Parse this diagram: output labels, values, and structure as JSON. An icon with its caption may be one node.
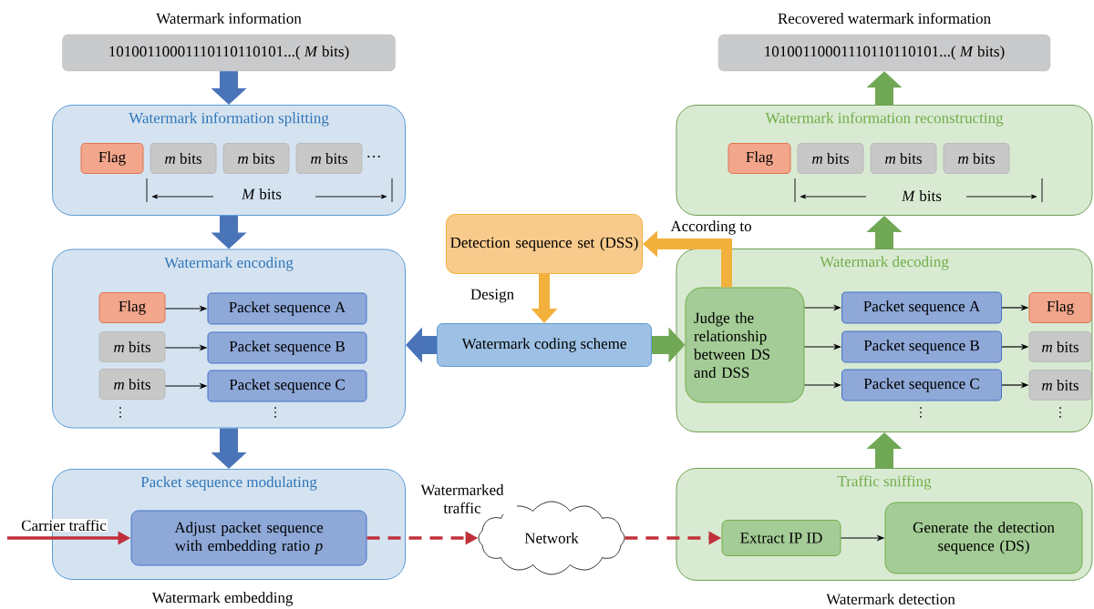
{
  "diagram": {
    "nodes": [
      {
        "text": [
          "Watermark information",
          "10100110001110110110101...( *M* bits)"
        ]
      },
      {
        "text": [
          "Watermark information splitting"
        ]
      },
      {
        "text": [
          "Flag"
        ],
        "in": 1
      },
      {
        "text": [
          "*m* bits"
        ],
        "in": 1
      },
      {
        "text": [
          "*m* bits"
        ],
        "in": 1
      },
      {
        "text": [
          "*m* bits"
        ],
        "in": 1
      },
      {
        "text": [
          "Watermark encoding"
        ]
      },
      {
        "text": [
          "Flag"
        ],
        "in": 6
      },
      {
        "text": [
          "Packet sequence A"
        ],
        "in": 6
      },
      {
        "text": [
          "*m* bits"
        ],
        "in": 6
      },
      {
        "text": [
          "Packet sequence B"
        ],
        "in": 6
      },
      {
        "text": [
          "*m* bits"
        ],
        "in": 6
      },
      {
        "text": [
          "Packet sequence C"
        ],
        "in": 6
      },
      {
        "text": [
          "Packet sequence modulating"
        ]
      },
      {
        "text": [
          "Adjust packet sequence with embedding ratio *p*"
        ],
        "in": 13
      },
      {
        "text": [
          "Network"
        ]
      },
      {
        "text": [
          "Detection sequence set (DSS)"
        ]
      },
      {
        "text": [
          "Watermark coding scheme"
        ]
      },
      {
        "text": [
          "Recovered watermark information",
          "10100110001110110110101...( *M* bits)"
        ]
      },
      {
        "text": [
          "Watermark information reconstructing"
        ]
      },
      {
        "text": [
          "Flag"
        ],
        "in": 19
      },
      {
        "text": [
          "*m* bits"
        ],
        "in": 19
      },
      {
        "text": [
          "*m* bits"
        ],
        "in": 19
      },
      {
        "text": [
          "*m* bits"
        ],
        "in": 19
      },
      {
        "text": [
          "Watermark decoding"
        ]
      },
      {
        "text": [
          "Judge the relationship between DS and DSS"
        ],
        "in": 24
      },
      {
        "text": [
          "Packet sequence A"
        ],
        "in": 24
      },
      {
        "text": [
          "Flag"
        ],
        "in": 24
      },
      {
        "text": [
          "Packet sequence B"
        ],
        "in": 24
      },
      {
        "text": [
          "*m* bits"
        ],
        "in": 24
      },
      {
        "text": [
          "Packet sequence C"
        ],
        "in": 24
      },
      {
        "text": [
          "*m* bits"
        ],
        "in": 24
      },
      {
        "text": [
          "Traffic sniffing"
        ]
      },
      {
        "text": [
          "Extract IP ID"
        ],
        "in": 32
      },
      {
        "text": [
          "Generate the detection sequence (DS)"
        ],
        "in": 32
      }
    ],
    "edges": [
      {
        "from": 0,
        "to": 1,
        "arrow": "to",
        "style": "thick",
        "color": "#4a74b8"
      },
      {
        "from": 1,
        "to": 6,
        "arrow": "to",
        "style": "thick",
        "color": "#4a74b8"
      },
      {
        "from": 6,
        "to": 13,
        "arrow": "to",
        "style": "thick",
        "color": "#4a74b8"
      },
      {
        "from": 7,
        "to": 8,
        "arrow": "to"
      },
      {
        "from": 9,
        "to": 10,
        "arrow": "to"
      },
      {
        "from": 11,
        "to": 12,
        "arrow": "to"
      },
      {
        "from": null,
        "to": 14,
        "arrow": "to",
        "label": "Carrier traffic",
        "color": "#c0303a"
      },
      {
        "from": 14,
        "to": 15,
        "arrow": "to",
        "label": "Watermarked traffic",
        "style": "dashed",
        "color": "#c0303a"
      },
      {
        "from": 15,
        "to": 33,
        "arrow": "to",
        "style": "dashed",
        "color": "#c0303a"
      },
      {
        "from": 33,
        "to": 34,
        "arrow": "to"
      },
      {
        "from": 32,
        "to": 24,
        "arrow": "to",
        "style": "thick",
        "color": "#70a855"
      },
      {
        "from": 24,
        "to": 19,
        "arrow": "to",
        "style": "thick",
        "color": "#70a855"
      },
      {
        "from": 19,
        "to": 18,
        "arrow": "to",
        "style": "thick",
        "color": "#70a855"
      },
      {
        "from": 25,
        "to": 16,
        "arrow": "to",
        "label": "According to",
        "style": "thick",
        "color": "#f2b13c"
      },
      {
        "from": 16,
        "to": 17,
        "arrow": "to",
        "label": "Design",
        "style": "thick",
        "color": "#f2b13c"
      },
      {
        "from": 17,
        "to": 6,
        "arrow": "to",
        "style": "thick",
        "color": "#4a74b8"
      },
      {
        "from": 17,
        "to": 25,
        "arrow": "to",
        "style": "thick",
        "color": "#70a855"
      },
      {
        "from": 25,
        "to": 26,
        "arrow": "to"
      },
      {
        "from": 25,
        "to": 28,
        "arrow": "to"
      },
      {
        "from": 25,
        "to": 30,
        "arrow": "to"
      },
      {
        "from": 26,
        "to": 27,
        "arrow": "to"
      },
      {
        "from": 28,
        "to": 29,
        "arrow": "to"
      },
      {
        "from": 30,
        "to": 31,
        "arrow": "to"
      }
    ],
    "labels": [
      "…",
      "*M* bits",
      "⋮",
      "⋮",
      "*M* bits",
      "⋮",
      "⋮",
      "Watermark embedding",
      "Watermark detection"
    ]
  }
}
